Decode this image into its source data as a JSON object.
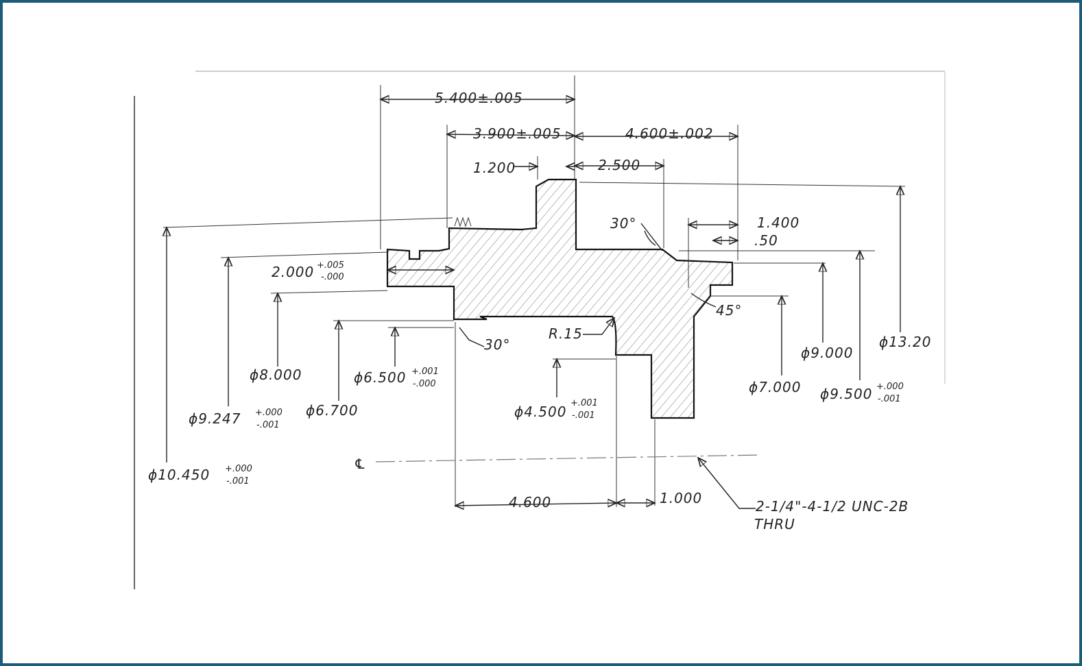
{
  "colors": {
    "frame": "#1d5b7a",
    "ink": "#222222",
    "paper": "#ffffff"
  },
  "dims": {
    "d_5400": "5.400±.005",
    "d_3900": "3.900±.005",
    "d_4600_top": "4.600±.002",
    "d_1200": "1.200",
    "d_2500": "2.500",
    "d_1400": "1.400",
    "d_050": ".50",
    "ang_30_top": "30°",
    "ang_45": "45°",
    "ang_30_bottom": "30°",
    "d_2000": "2.000",
    "d_2000_tol_plus": "+.005",
    "d_2000_tol_minus": "-.000",
    "dia_8000": "ϕ8.000",
    "dia_6500": "ϕ6.500",
    "dia_6500_tol_plus": "+.001",
    "dia_6500_tol_minus": "-.000",
    "dia_6700": "ϕ6.700",
    "dia_9247": "ϕ9.247",
    "dia_9247_tol_plus": "+.000",
    "dia_9247_tol_minus": "-.001",
    "dia_10450": "ϕ10.450",
    "dia_10450_tol_plus": "+.000",
    "dia_10450_tol_minus": "-.001",
    "r_015": "R.15",
    "dia_4500": "ϕ4.500",
    "dia_4500_tol_plus": "+.001",
    "dia_4500_tol_minus": "-.001",
    "dia_7000": "ϕ7.000",
    "dia_9000": "ϕ9.000",
    "dia_9500": "ϕ9.500",
    "dia_9500_tol_plus": "+.000",
    "dia_9500_tol_minus": "-.001",
    "dia_1320": "ϕ13.20",
    "d_4600_bottom": "4.600",
    "d_1000": "1.000",
    "centerline": "℄",
    "thread_line1": "2-1/4\"-4-1/2 UNC-2B",
    "thread_line2": "THRU"
  }
}
